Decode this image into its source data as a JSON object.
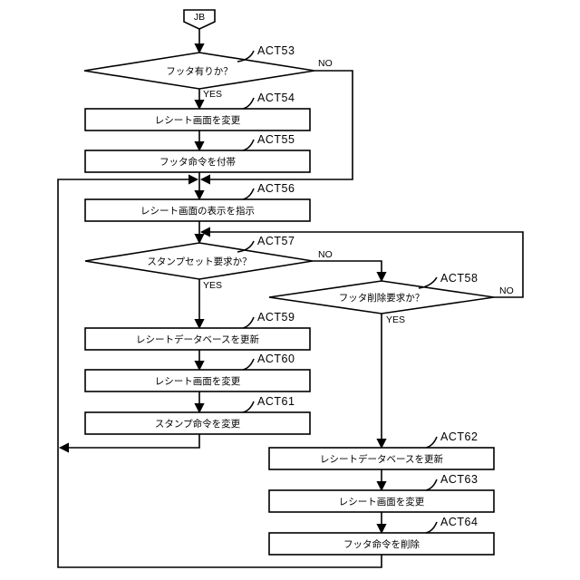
{
  "start": "JB",
  "steps": {
    "act53": {
      "id": "ACT53",
      "text": "フッタ有りか？"
    },
    "act54": {
      "id": "ACT54",
      "text": "レシート画面を変更"
    },
    "act55": {
      "id": "ACT55",
      "text": "フッタ命令を付帯"
    },
    "act56": {
      "id": "ACT56",
      "text": "レシート画面の表示を指示"
    },
    "act57": {
      "id": "ACT57",
      "text": "スタンプセット要求か？"
    },
    "act58": {
      "id": "ACT58",
      "text": "フッタ削除要求か？"
    },
    "act59": {
      "id": "ACT59",
      "text": "レシートデータベースを更新"
    },
    "act60": {
      "id": "ACT60",
      "text": "レシート画面を変更"
    },
    "act61": {
      "id": "ACT61",
      "text": "スタンプ命令を変更"
    },
    "act62": {
      "id": "ACT62",
      "text": "レシートデータベースを更新"
    },
    "act63": {
      "id": "ACT63",
      "text": "レシート画面を変更"
    },
    "act64": {
      "id": "ACT64",
      "text": "フッタ命令を削除"
    }
  },
  "branch": {
    "yes": "YES",
    "no": "NO"
  }
}
